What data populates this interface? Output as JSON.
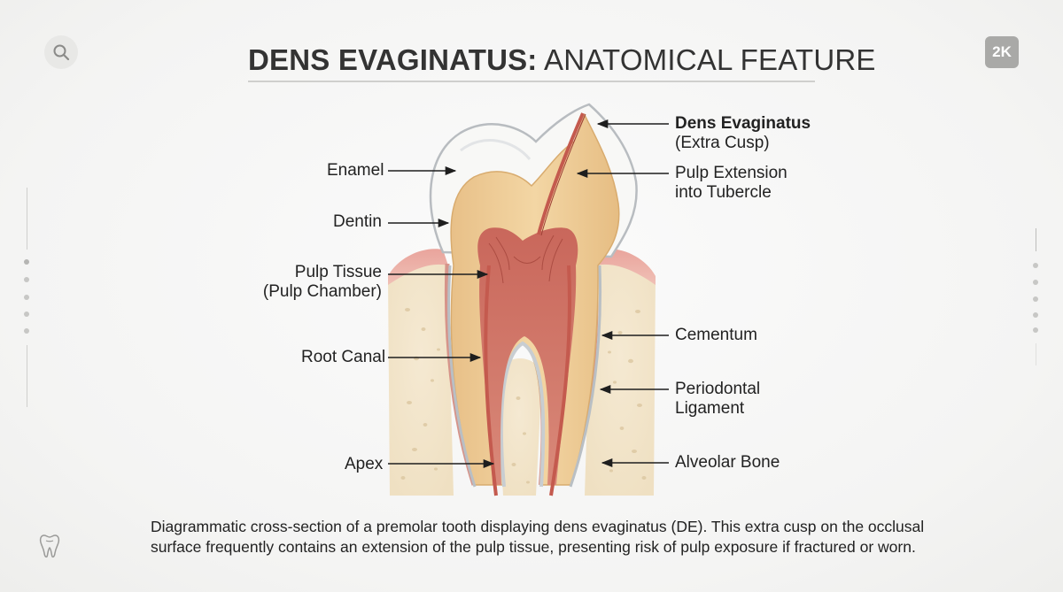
{
  "title": {
    "bold_part": "DENS EVAGINATUS:",
    "rest_part": " ANATOMICAL FEATURE"
  },
  "badge": "2K",
  "labels": {
    "enamel": "Enamel",
    "dentin": "Dentin",
    "pulp_tissue_line1": "Pulp Tissue",
    "pulp_tissue_line2": "(Pulp Chamber)",
    "root_canal": "Root Canal",
    "apex": "Apex",
    "dens_evaginatus_line1": "Dens Evaginatus",
    "dens_evaginatus_line2": "(Extra Cusp)",
    "pulp_extension_line1": "Pulp Extension",
    "pulp_extension_line2": "into Tubercle",
    "cementum": "Cementum",
    "periodontal_line1": "Periodontal",
    "periodontal_line2": "Ligament",
    "alveolar_bone": "Alveolar Bone"
  },
  "caption": {
    "line1": "Diagrammatic cross-section of a premolar tooth displaying dens evaginatus (DE). This extra cusp on the occlusal",
    "line2": "surface frequently contains an extension of the pulp tissue, presenting risk of pulp exposure if fractured or worn."
  },
  "icons": {
    "search": "search-icon",
    "tooth": "tooth-icon"
  },
  "colors": {
    "enamel": "#f7f7f5",
    "dentin": "#ecc98f",
    "pulp": "#c86a5e",
    "gum": "#e7a7a0",
    "bone": "#f1e3c8",
    "canal": "#c45a4e"
  }
}
